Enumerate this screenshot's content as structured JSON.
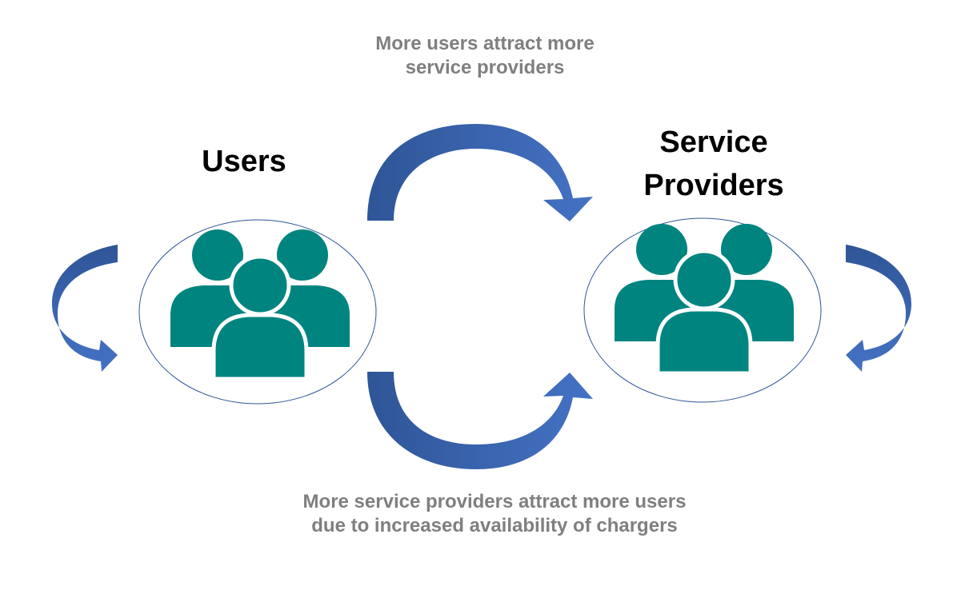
{
  "nodes": {
    "users": {
      "label": "Users",
      "icon": "people-group-icon"
    },
    "service_providers": {
      "label_line1": "Service",
      "label_line2": "Providers",
      "icon": "people-group-icon"
    }
  },
  "captions": {
    "top_line1": "More users attract more",
    "top_line2": "service providers",
    "bottom_line1": "More service providers attract more users",
    "bottom_line2": "due to increased availability of chargers"
  },
  "colors": {
    "arrow_dark": "#2f5597",
    "arrow_light": "#4472c4",
    "people": "#00847f",
    "ellipse_stroke": "#2f5597",
    "caption": "#7f7f7f",
    "title": "#000000"
  }
}
